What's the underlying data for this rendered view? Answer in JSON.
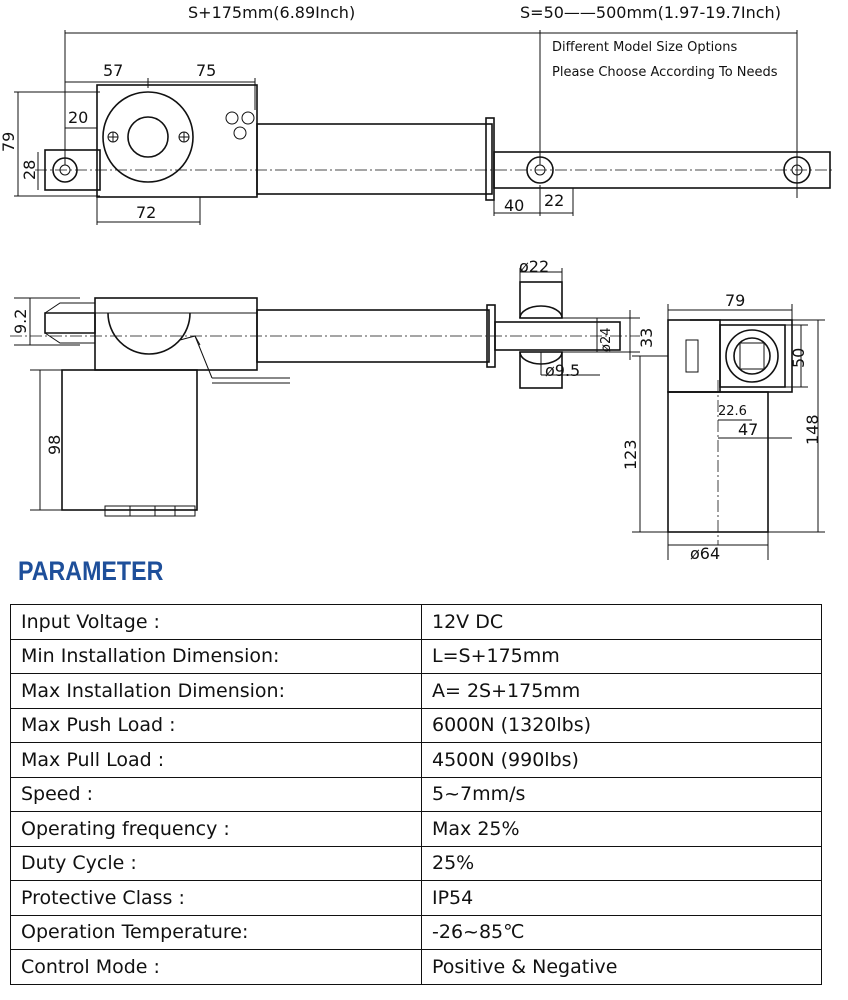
{
  "drawing": {
    "top_view": {
      "dim_total": "S+175mm(6.89Inch)",
      "dim_stroke": "S=50——500mm(1.97-19.7Inch)",
      "note_line1": "Different Model Size Options",
      "note_line2": "Please Choose According To Needs",
      "d57": "57",
      "d75": "75",
      "d20": "20",
      "d79": "79",
      "d28": "28",
      "d72": "72",
      "d40": "40",
      "d22": "22"
    },
    "side_view": {
      "d9_2": "9.2",
      "d22dia": "ø22",
      "d24dia": "ø24",
      "d33": "33",
      "d9_5dia": "ø9.5",
      "d98": "98"
    },
    "end_view": {
      "d79": "79",
      "d50": "50",
      "d22_6": "22.6",
      "d47": "47",
      "d148": "148",
      "d123": "123",
      "d64dia": "ø64"
    }
  },
  "parameter": {
    "title": "PARAMETER",
    "rows": [
      {
        "label": "Input Voltage :",
        "value": "12V DC"
      },
      {
        "label": "Min Installation Dimension:",
        "value": "L=S+175mm"
      },
      {
        "label": "Max Installation Dimension:",
        "value": "A= 2S+175mm"
      },
      {
        "label": "Max Push Load :",
        "value": "6000N (1320lbs)"
      },
      {
        "label": "Max Pull Load :",
        "value": "4500N (990lbs)"
      },
      {
        "label": "Speed :",
        "value": "5~7mm/s"
      },
      {
        "label": "Operating frequency :",
        "value": "Max 25%"
      },
      {
        "label": "Duty Cycle :",
        "value": "25%"
      },
      {
        "label": "Protective Class :",
        "value": "IP54"
      },
      {
        "label": "Operation Temperature:",
        "value": "-26~85℃"
      },
      {
        "label": "Control Mode :",
        "value": "Positive & Negative"
      }
    ]
  }
}
